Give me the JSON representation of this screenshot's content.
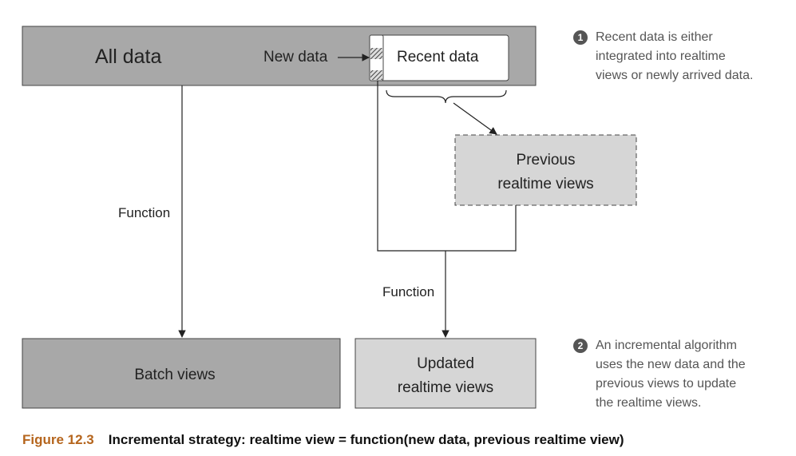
{
  "boxes": {
    "all_data": "All data",
    "new_data": "New data",
    "recent_data": "Recent data",
    "previous_realtime_views": [
      "Previous",
      "realtime views"
    ],
    "batch_views": "Batch views",
    "updated_realtime_views": [
      "Updated",
      "realtime views"
    ]
  },
  "edges": {
    "function_batch": "Function",
    "function_realtime": "Function"
  },
  "notes": [
    {
      "number": "1",
      "lines": [
        "Recent data is either",
        "integrated into realtime",
        "views or newly arrived data."
      ]
    },
    {
      "number": "2",
      "lines": [
        "An incremental algorithm",
        "uses the new data and the",
        "previous views to update",
        "the realtime views."
      ]
    }
  ],
  "caption": {
    "figure": "Figure 12.3",
    "text": "Incremental strategy: realtime view = function(new data, previous realtime view)"
  },
  "colors": {
    "dark_box": "#a8a8a8",
    "light_box": "#d6d6d6",
    "caption_accent": "#b5651d"
  }
}
